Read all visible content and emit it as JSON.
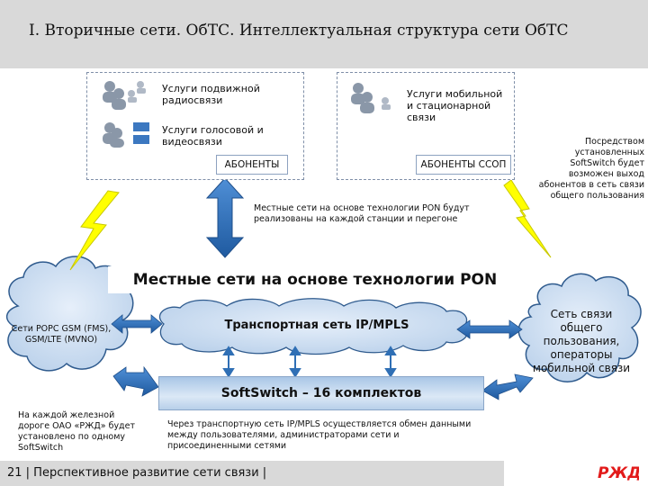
{
  "header": {
    "title": "I. Вторичные сети. ОбТС. Интеллектуальная структура сети ОбТС"
  },
  "left_box": {
    "mobile_label": "Услуги подвижной радиосвязи",
    "voice_label": "Услуги голосовой и видеосвязи",
    "subscribers_label": "АБОНЕНТЫ"
  },
  "right_box": {
    "services_label": "Услуги мобильной и стационарной связи",
    "subscribers_label": "АБОНЕНТЫ ССОП"
  },
  "local_networks_note": "Местные сети на основе технологии PON будут реализованы на каждой станции и перегоне",
  "softswitch_exit_note": "Посредством установленных SoftSwitch будет возможен выход абонентов в сеть связи общего пользования",
  "pon_title": "Местные сети на основе технологии PON",
  "transport_network": "Транспортная сеть IP/MPLS",
  "left_cloud": "Сети РОРС GSM (FMS), GSM/LTE (MVNO)",
  "right_cloud": "Сеть связи общего пользования, операторы мобильной связи",
  "softswitch_bar": "SoftSwitch – 16 комплектов",
  "railway_note": "На каждой железной дороге ОАО «РЖД» будет установлено по одному SoftSwitch",
  "transport_note": "Через транспортную сеть IP/MPLS осуществляется обмен данными между пользователями, администраторами сети и присоединенными сетями",
  "footer": {
    "text": "21 | Перспективное развитие сети связи |"
  },
  "logo": {
    "text": "РЖД",
    "color": "#e21a1a"
  },
  "colors": {
    "arrow_blue": "#2f6fb5",
    "lightning": "#ffff00",
    "cloud": "#cfe0f3"
  }
}
